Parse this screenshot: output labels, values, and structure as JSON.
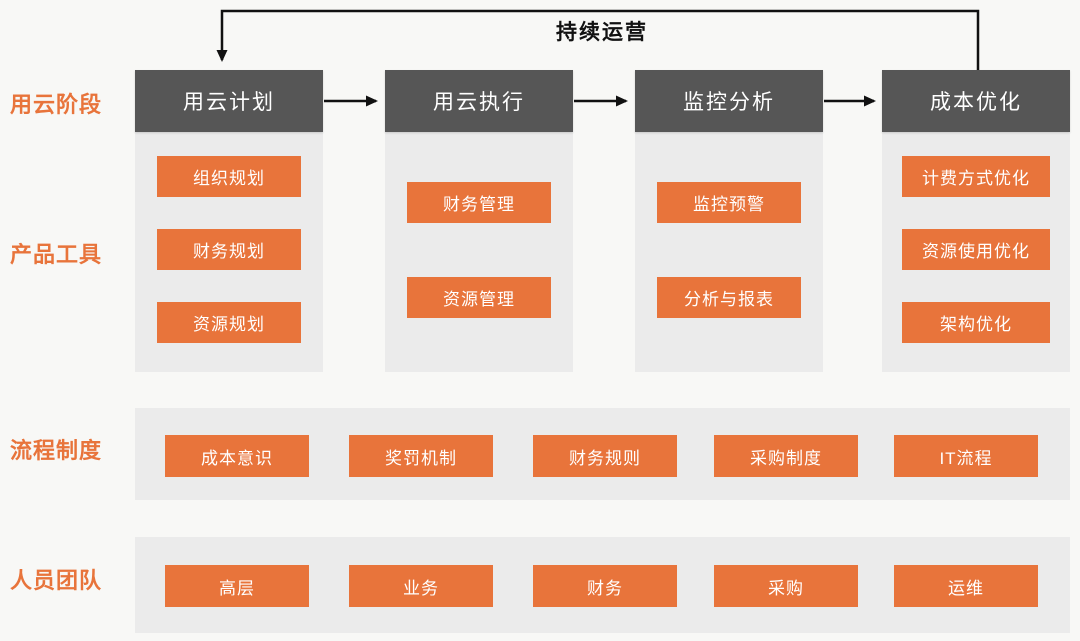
{
  "palette": {
    "orange": "#E8743B",
    "header_dark": "#565656",
    "column_bg": "#EBEBEB",
    "page_bg": "#F8F8F6",
    "arrow_black": "#111111",
    "text_white": "#FFFFFF"
  },
  "loop_label": "持续运营",
  "row_labels": {
    "stage": "用云阶段",
    "tools": "产品工具",
    "process": "流程制度",
    "team": "人员团队"
  },
  "stages": [
    {
      "title": "用云计划",
      "tools": [
        "组织规划",
        "财务规划",
        "资源规划"
      ]
    },
    {
      "title": "用云执行",
      "tools": [
        "财务管理",
        "资源管理"
      ]
    },
    {
      "title": "监控分析",
      "tools": [
        "监控预警",
        "分析与报表"
      ]
    },
    {
      "title": "成本优化",
      "tools": [
        "计费方式优化",
        "资源使用优化",
        "架构优化"
      ]
    }
  ],
  "process_items": [
    "成本意识",
    "奖罚机制",
    "财务规则",
    "采购制度",
    "IT流程"
  ],
  "team_items": [
    "高层",
    "业务",
    "财务",
    "采购",
    "运维"
  ]
}
